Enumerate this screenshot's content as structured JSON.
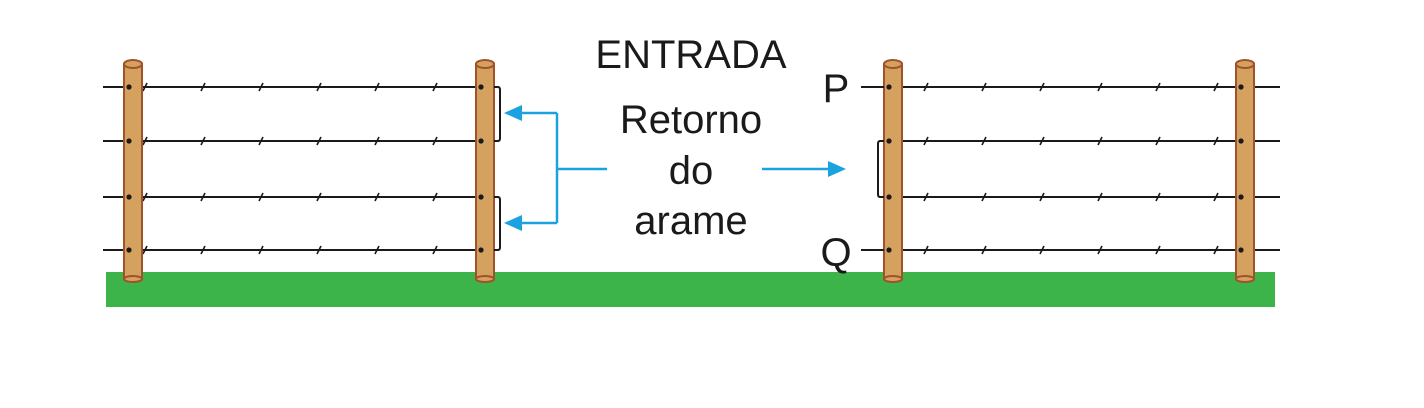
{
  "labels": {
    "entrance": "ENTRADA",
    "wire_return_line1": "Retorno",
    "wire_return_line2": "do",
    "wire_return_line3": "arame",
    "point_p": "P",
    "point_q": "Q"
  },
  "colors": {
    "ground": "#3cb44a",
    "post_fill": "#d4a15e",
    "post_stroke": "#a0522d",
    "wire": "#1a1a1a",
    "arrow": "#1aa3e0",
    "text": "#1a1a1a"
  },
  "fence": {
    "left_section_wire_count": 4,
    "right_section_wire_count": 4
  }
}
